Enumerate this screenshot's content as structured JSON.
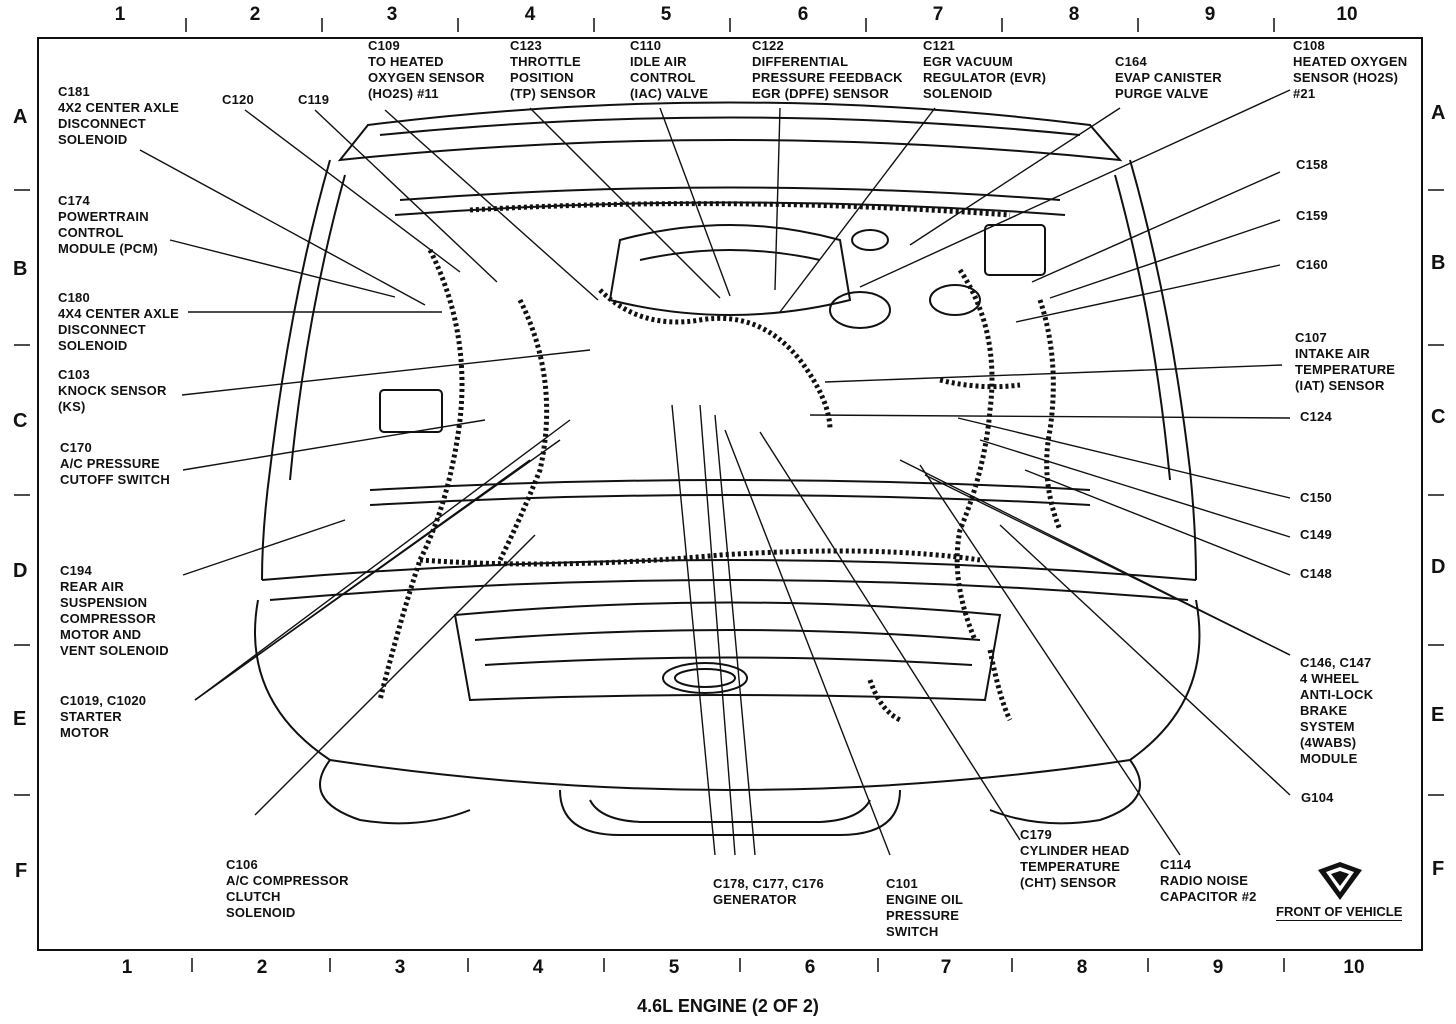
{
  "columns": [
    "1",
    "2",
    "3",
    "4",
    "5",
    "6",
    "7",
    "8",
    "9",
    "10"
  ],
  "rows": [
    "A",
    "B",
    "C",
    "D",
    "E",
    "F"
  ],
  "caption": "4.6L ENGINE (2 OF 2)",
  "front_label": "FRONT OF VEHICLE",
  "callouts": {
    "c181": "C181\n4X2 CENTER AXLE\nDISCONNECT\nSOLENOID",
    "c120": "C120",
    "c119": "C119",
    "c109": "C109\nTO HEATED\nOXYGEN SENSOR\n(HO2S) #11",
    "c123": "C123\nTHROTTLE\nPOSITION\n(TP) SENSOR",
    "c110": "C110\nIDLE AIR\nCONTROL\n(IAC) VALVE",
    "c122": "C122\nDIFFERENTIAL\nPRESSURE FEEDBACK\nEGR (DPFE) SENSOR",
    "c121": "C121\nEGR VACUUM\nREGULATOR (EVR)\nSOLENOID",
    "c164": "C164\nEVAP CANISTER\nPURGE VALVE",
    "c108": "C108\nHEATED OXYGEN\nSENSOR (HO2S)\n#21",
    "c174": "C174\nPOWERTRAIN\nCONTROL\nMODULE (PCM)",
    "c158": "C158",
    "c159": "C159",
    "c160": "C160",
    "c180": "C180\n4X4 CENTER AXLE\nDISCONNECT\nSOLENOID",
    "c107": "C107\nINTAKE AIR\nTEMPERATURE\n(IAT) SENSOR",
    "c103": "C103\nKNOCK SENSOR\n(KS)",
    "c124": "C124",
    "c170": "C170\nA/C PRESSURE\nCUTOFF SWITCH",
    "c150": "C150",
    "c149": "C149",
    "c148": "C148",
    "c194": "C194\nREAR AIR\nSUSPENSION\nCOMPRESSOR\nMOTOR AND\nVENT SOLENOID",
    "c146": "C146, C147\n4 WHEEL\nANTI-LOCK\nBRAKE\nSYSTEM\n(4WABS)\nMODULE",
    "c1019": "C1019, C1020\nSTARTER\nMOTOR",
    "g104": "G104",
    "c179": "C179\nCYLINDER HEAD\nTEMPERATURE\n(CHT) SENSOR",
    "c106": "C106\nA/C COMPRESSOR\nCLUTCH\nSOLENOID",
    "c178": "C178, C177, C176\nGENERATOR",
    "c101": "C101\nENGINE OIL\nPRESSURE\nSWITCH",
    "c114": "C114\nRADIO NOISE\nCAPACITOR #2"
  }
}
